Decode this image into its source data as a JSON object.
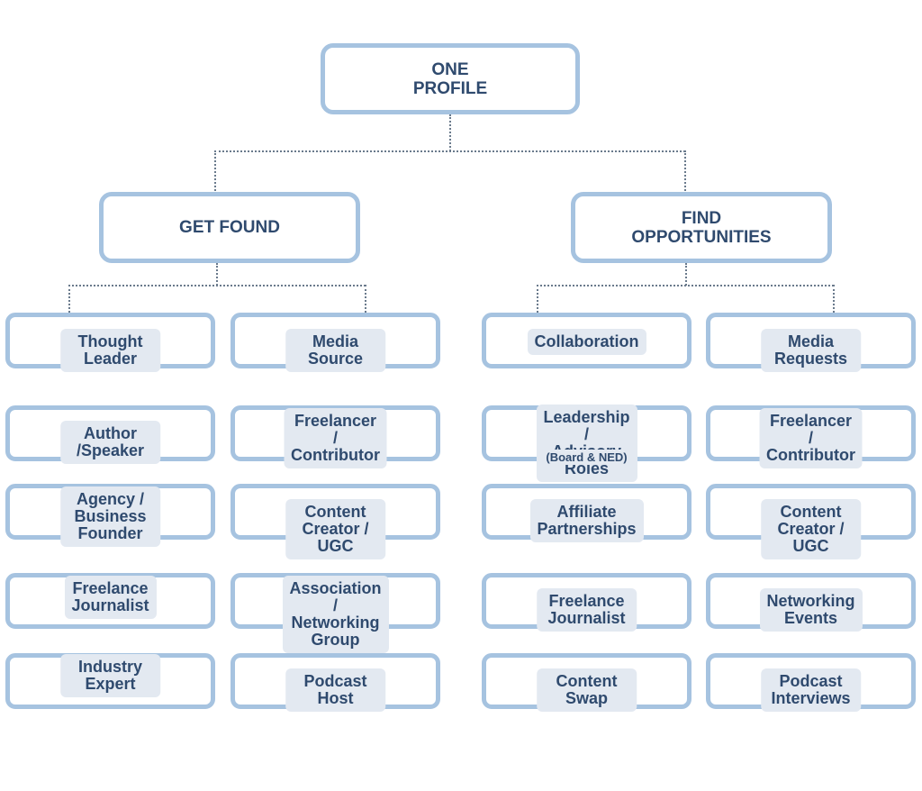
{
  "colors": {
    "border": "#a6c3e0",
    "text": "#2f4a6e",
    "pill": "#e3e9f1",
    "connector": "#6a7a8c"
  },
  "root": {
    "label": "ONE\nPROFILE"
  },
  "branches": [
    {
      "label": "GET FOUND",
      "columns": [
        [
          "Thought Leader",
          "Author /Speaker",
          "Agency / Business\nFounder",
          "Freelance\nJournalist",
          "Industry Expert"
        ],
        [
          "Media Source",
          "Freelancer /\nContributor",
          "Content Creator / UGC",
          "Association /\nNetworking Group",
          "Podcast Host"
        ]
      ]
    },
    {
      "label": "FIND\nOPPORTUNITIES",
      "columns": [
        [
          "Collaboration",
          "Leadership /\nAdvisory Roles",
          "Affiliate Partnerships",
          "Freelance Journalist",
          "Content Swap"
        ],
        [
          "Media Requests",
          "Freelancer /\nContributor",
          "Content Creator / UGC",
          "Networking Events",
          "Podcast Interviews"
        ]
      ],
      "leadership_note": "(Board & NED)"
    }
  ]
}
